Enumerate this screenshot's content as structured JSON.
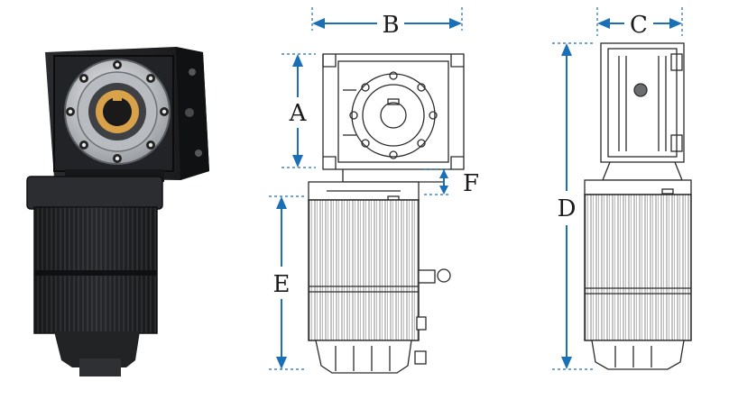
{
  "labels": {
    "a": "A",
    "b": "B",
    "c": "C",
    "d": "D",
    "e": "E",
    "f": "F"
  },
  "colors": {
    "arrow": "#1a6fb5",
    "motor_dark": "#1e1f21",
    "motor_mid": "#3a3c40",
    "flange_silver": "#c9ccd0",
    "line": "#2b2b2b"
  }
}
